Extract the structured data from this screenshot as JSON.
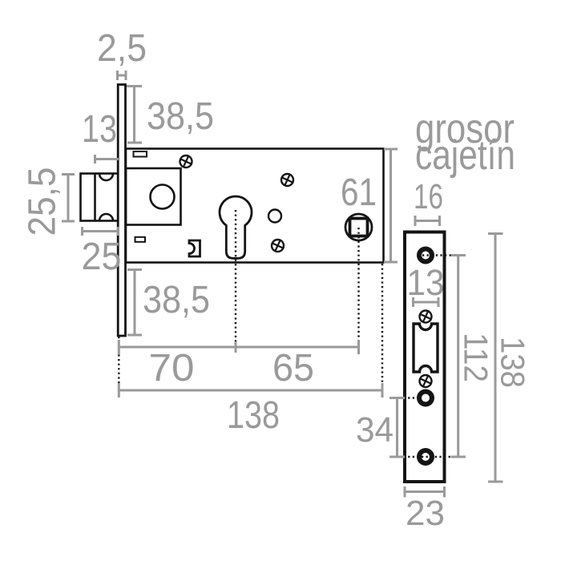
{
  "title": "mortise lock technical drawing",
  "colors": {
    "line": "#141414",
    "dimension": "#9a9a9a",
    "background": "#ffffff"
  },
  "plan_view": {
    "dim_faceplate_thickness": "2,5",
    "dim_top_margin": "38,5",
    "dim_latch_backset": "13",
    "dim_latch_height": "25,5",
    "dim_latch_width": "25",
    "dim_bottom_margin": "38,5",
    "dim_backset": "70",
    "dim_cylinder_to_follower": "65",
    "dim_case_length": "138",
    "dim_case_height": "61"
  },
  "front_view": {
    "label_line1": "grosor",
    "label_line2": "cajetín",
    "dim_case_thickness": "16",
    "dim_hole_offset": "13",
    "dim_hole_span": "112",
    "dim_faceplate_length": "138",
    "dim_lower_hole_span": "34",
    "dim_faceplate_width": "23"
  }
}
